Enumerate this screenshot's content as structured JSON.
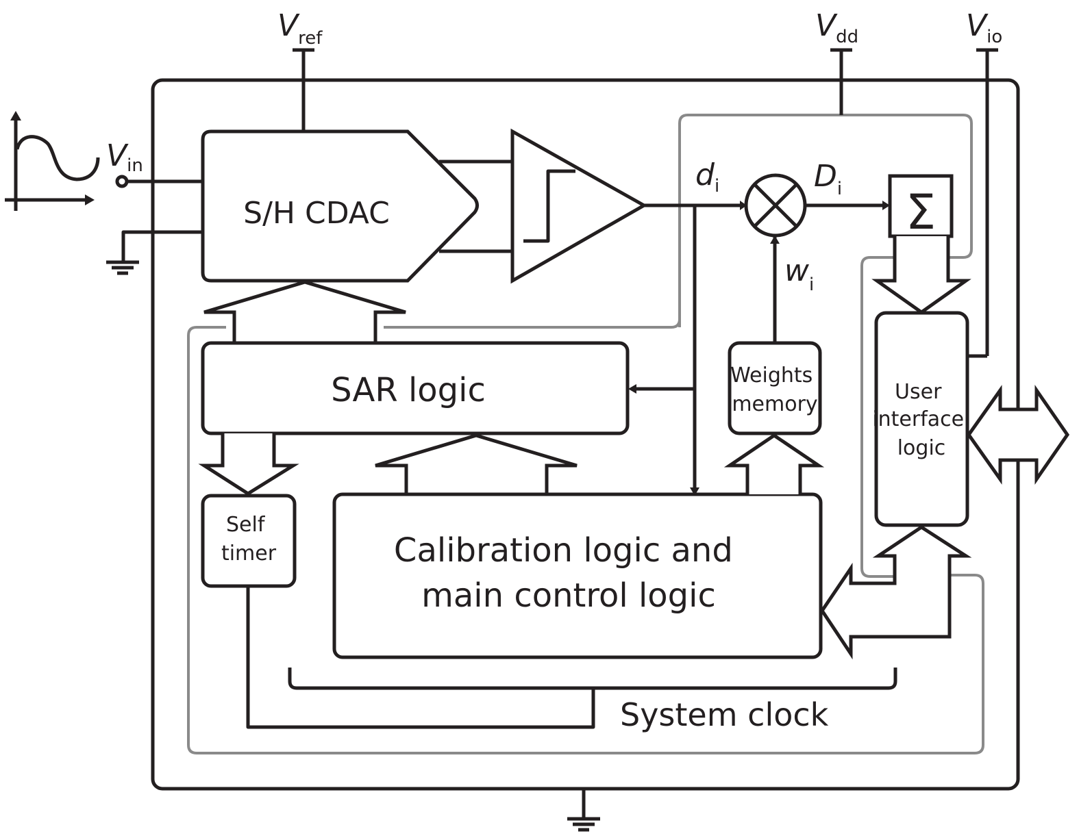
{
  "diagram": {
    "title": "SAR ADC with calibration — block diagram",
    "supplies": {
      "vref": {
        "symbol": "V",
        "subscript": "ref"
      },
      "vdd": {
        "symbol": "V",
        "subscript": "dd"
      },
      "vio": {
        "symbol": "V",
        "subscript": "io"
      }
    },
    "input": {
      "symbol": "V",
      "subscript": "in"
    },
    "signals": {
      "d": {
        "symbol": "d",
        "subscript": "i"
      },
      "D": {
        "symbol": "D",
        "subscript": "i"
      },
      "w": {
        "symbol": "w",
        "subscript": "i"
      }
    },
    "blocks": {
      "sh_cdac": "S/H CDAC",
      "sar_logic": "SAR logic",
      "self_timer": [
        "Self",
        "timer"
      ],
      "calibration": [
        "Calibration logic and",
        "main control logic"
      ],
      "weights_memory": [
        "Weights",
        "memory"
      ],
      "user_interface": [
        "User",
        "interface",
        "logic"
      ],
      "summer": "Σ"
    },
    "labels": {
      "system_clock": "System clock"
    },
    "colors": {
      "ink": "#231f20",
      "gray_bus": "#8a8a8a",
      "background": "#ffffff"
    }
  }
}
